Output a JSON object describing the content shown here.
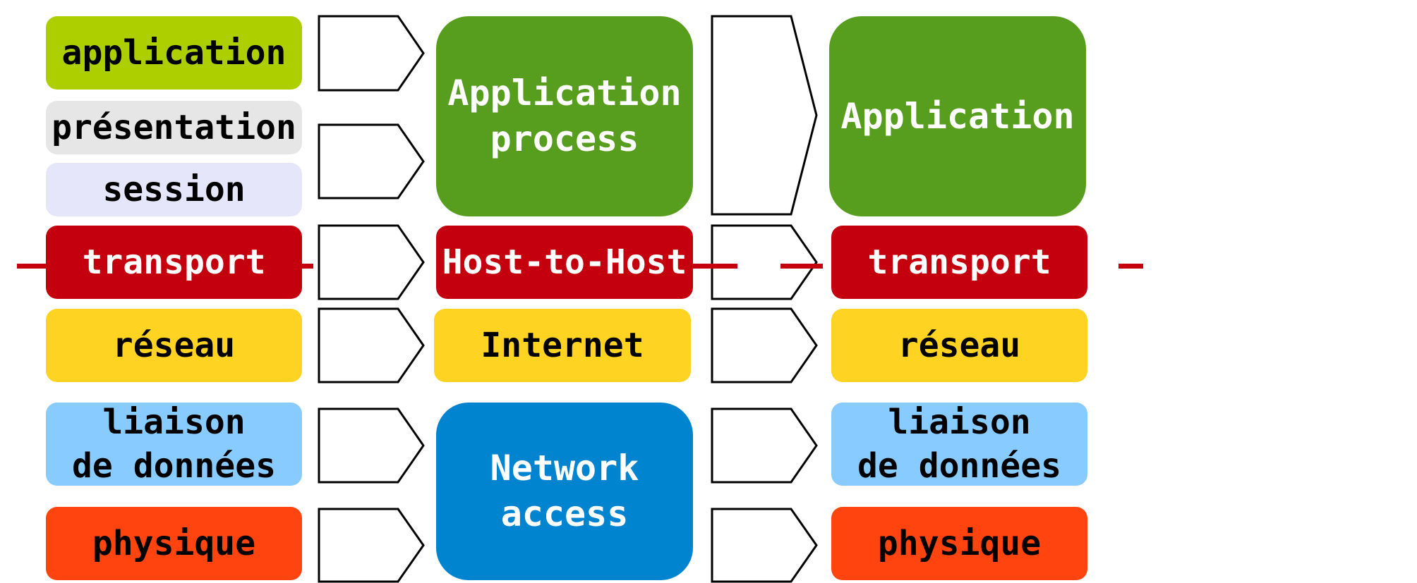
{
  "osi_column": [
    {
      "label": "application",
      "color": "#adcf00",
      "text": "dark"
    },
    {
      "label": "présentation",
      "color": "#e6e6e6",
      "text": "dark"
    },
    {
      "label": "session",
      "color": "#e6e6fa",
      "text": "dark"
    },
    {
      "label": "transport",
      "color": "#c4000f",
      "text": "light"
    },
    {
      "label": "réseau",
      "color": "#ffd321",
      "text": "dark"
    },
    {
      "label": "liaison\nde données",
      "color": "#87cbff",
      "text": "dark"
    },
    {
      "label": "physique",
      "color": "#ff440f",
      "text": "dark"
    }
  ],
  "tcpip_column": [
    {
      "label": "Application\nprocess",
      "color": "#579e1e",
      "text": "light"
    },
    {
      "label": "Host-to-Host",
      "color": "#c4000f",
      "text": "light"
    },
    {
      "label": "Internet",
      "color": "#ffd321",
      "text": "dark"
    },
    {
      "label": "Network\naccess",
      "color": "#0084d0",
      "text": "light"
    }
  ],
  "right_column": [
    {
      "label": "Application",
      "color": "#579e1e",
      "text": "light"
    },
    {
      "label": "transport",
      "color": "#c4000f",
      "text": "light"
    },
    {
      "label": "réseau",
      "color": "#ffd321",
      "text": "dark"
    },
    {
      "label": "liaison\nde données",
      "color": "#87cbff",
      "text": "dark"
    },
    {
      "label": "physique",
      "color": "#ff440f",
      "text": "dark"
    }
  ],
  "colors": {
    "dash_line": "#c4000f",
    "arrow_stroke": "#000000"
  }
}
